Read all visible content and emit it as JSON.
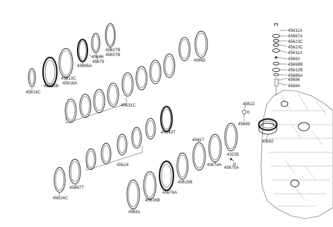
{
  "labels": {
    "l45627B": "45627B",
    "l45657B": "45657B",
    "l45686": "45686",
    "l45679": "45679",
    "l45685A": "45685A",
    "l45813C": "45813C",
    "l45818A": "45818A",
    "l45652B": "45652B",
    "l45814C": "45814C",
    "l45665": "45665",
    "l45631C": "45631C",
    "l45643T": "45643T",
    "l45624": "45624",
    "l45667T": "45667T",
    "l45624C": "45624C",
    "l45617": "45617",
    "l45674A": "45674A",
    "l43235": "43235",
    "l45675A": "45675A",
    "l45615B": "45615B",
    "l45676A": "45676A",
    "l45616B": "45616B",
    "l45681": "45681",
    "l45622": "45622",
    "l45689": "45689",
    "l45682": "45682",
    "s45611A_1": "45611A",
    "s45687A": "45687A",
    "s45623C_1": "45623C",
    "s45623C_2": "45623C",
    "s45611A_2": "45611A",
    "s45683": "45683",
    "s45668B": "45668B",
    "s45612B": "45612B",
    "s45686A": "45686A",
    "s45686": "45686",
    "s45684": "45684"
  }
}
